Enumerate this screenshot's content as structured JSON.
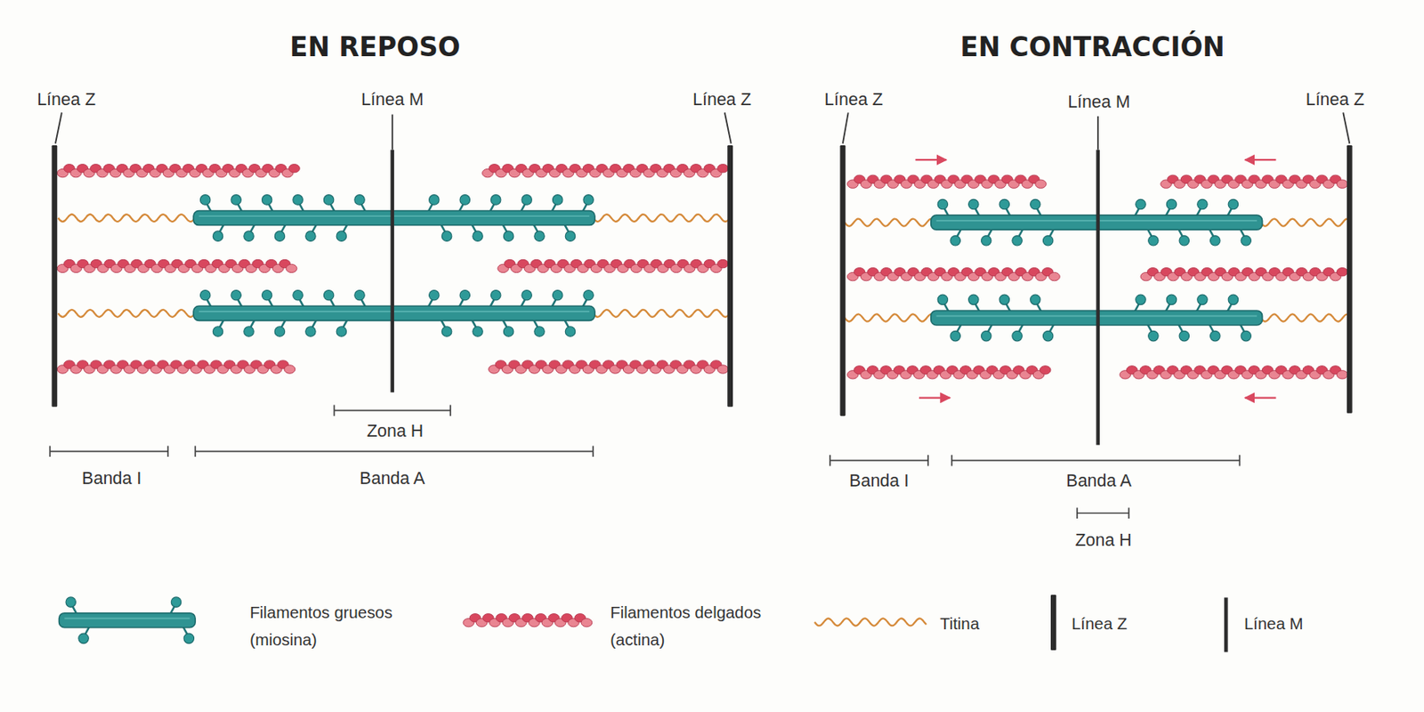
{
  "diagram": {
    "labels": [
      "EN REPOSO",
      "EN CONTRACCIÓN",
      "Línea Z",
      "Línea M",
      "Línea Z",
      "Línea Z",
      "Línea M",
      "Línea Z",
      "Zona H",
      "Banda I",
      "Banda A",
      "Banda I",
      "Banda A",
      "Zona H"
    ],
    "legend": [
      {
        "text": "Filamentos gruesos (miosina)"
      },
      {
        "text": "Filamentos delgados (actina)"
      },
      {
        "text": "Titina"
      },
      {
        "text": "Línea Z"
      },
      {
        "text": "Línea M"
      }
    ]
  }
}
